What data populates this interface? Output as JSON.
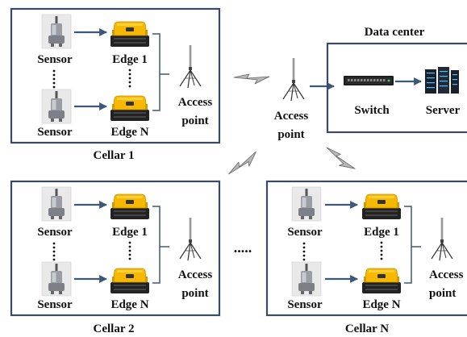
{
  "labels": {
    "sensor": "Sensor",
    "edge_1": "Edge 1",
    "edge_n": "Edge N",
    "access": "Access",
    "point": "point",
    "data_center": "Data center",
    "switch": "Switch",
    "server": "Server",
    "ellipsis": "....."
  },
  "cellars": [
    "Cellar 1",
    "Cellar 2",
    "Cellar N"
  ],
  "colors": {
    "box_border": "#3a4a63",
    "arrow": "#3d5878",
    "edge_yellow": "#f6b800",
    "edge_dark": "#222222"
  }
}
